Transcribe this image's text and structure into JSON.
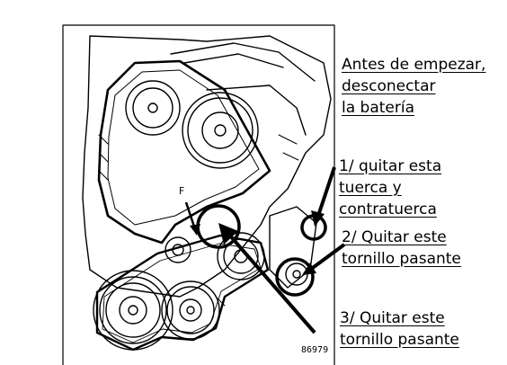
{
  "notes": {
    "intro": [
      "Antes de empezar,",
      "desconectar",
      "la batería"
    ],
    "step1": [
      "1/ quitar esta",
      "tuerca y",
      "contratuerca"
    ],
    "step2": [
      "2/ Quitar este",
      "tornillo pasante"
    ],
    "step3": [
      "3/ Quitar este",
      "tornillo pasante"
    ]
  },
  "labels": {
    "part_letter": "F",
    "figure_number": "86979"
  }
}
